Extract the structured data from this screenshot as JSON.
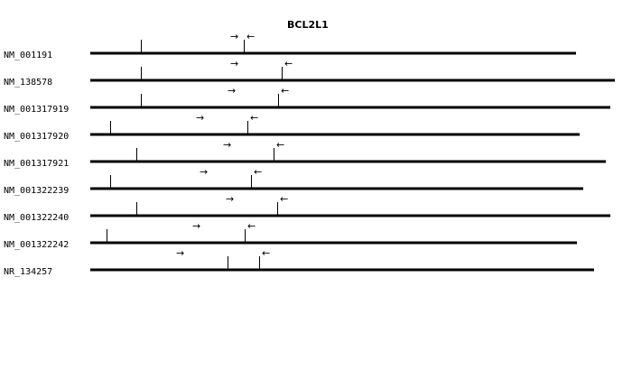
{
  "title": "BCL2L1",
  "arrows": {
    "forward": "→",
    "reverse": "←"
  },
  "transcripts": [
    {
      "id": "NM_001191"
    },
    {
      "id": "NM_138578"
    },
    {
      "id": "NM_001317919"
    },
    {
      "id": "NM_001317920"
    },
    {
      "id": "NM_001317921"
    },
    {
      "id": "NM_001322239"
    },
    {
      "id": "NM_001322240"
    },
    {
      "id": "NM_001322242"
    },
    {
      "id": "NR_134257"
    }
  ]
}
